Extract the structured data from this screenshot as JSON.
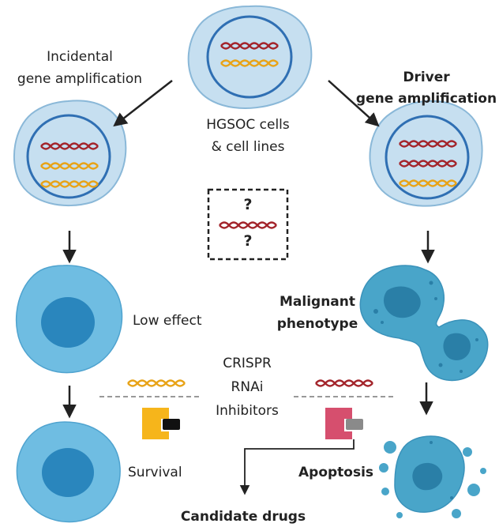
{
  "labels": {
    "incidental_line1": "Incidental",
    "incidental_line2": "gene amplification",
    "driver_line1": "Driver",
    "driver_line2": "gene amplification",
    "hgsoc_line1": "HGSOC cells",
    "hgsoc_line2": "& cell lines",
    "question_top": "?",
    "question_bottom": "?",
    "low_effect": "Low effect",
    "malignant_line1": "Malignant",
    "malignant_line2": "phenotype",
    "crispr": "CRISPR",
    "rnai": "RNAi",
    "inhibitors": "Inhibitors",
    "survival": "Survival",
    "apoptosis": "Apoptosis",
    "candidate_drugs": "Candidate drugs"
  },
  "colors": {
    "dna_red": "#a3242b",
    "dna_orange": "#e8a317",
    "cell_fill": "#c6dff0",
    "cell_stroke": "#8ab8d8",
    "nucleus_stroke": "#2f6fb3",
    "blue_cell": "#6fbde2",
    "blue_nucleus": "#2a86bd",
    "malignant": "#49a5c9",
    "malignant_dark": "#2a7fa7",
    "inhibitor_yellow": "#f6b51b",
    "inhibitor_pink": "#d64f6e",
    "arrow": "#222222"
  }
}
